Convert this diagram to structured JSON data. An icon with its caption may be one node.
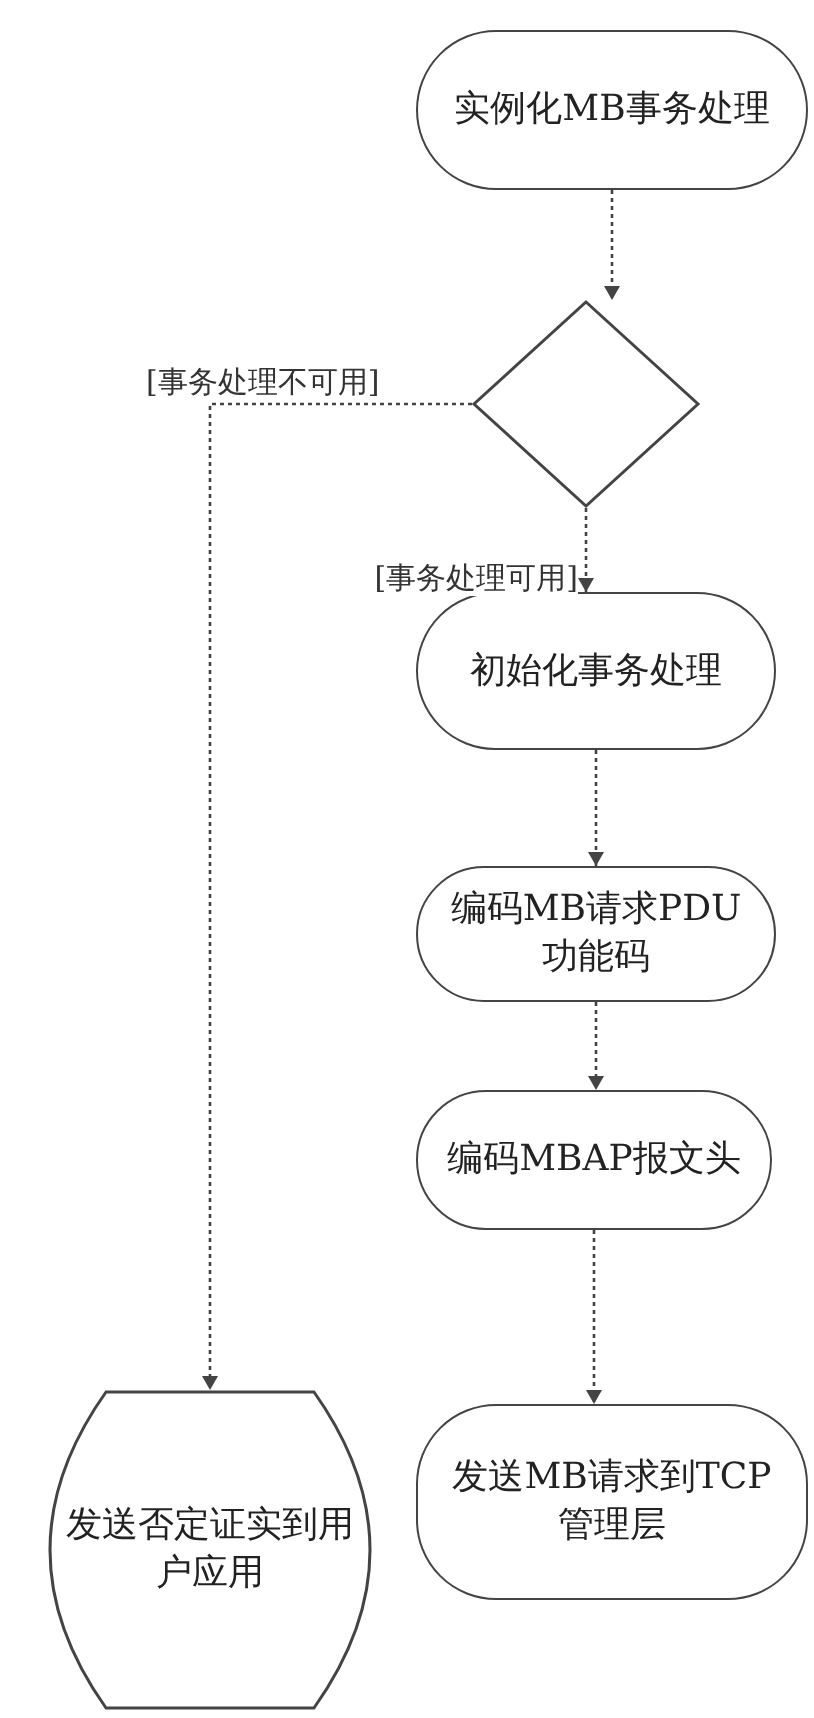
{
  "diagram": {
    "nodes": [
      {
        "text": [
          "实例化MB事务处理"
        ]
      },
      {
        "text": [],
        "shape": "diamond"
      },
      {
        "text": [
          "初始化事务处理"
        ]
      },
      {
        "text": [
          "编码MB请求PDU功能码"
        ]
      },
      {
        "text": [
          "编码MBAP报文头"
        ]
      },
      {
        "text": [
          "发送MB请求到TCP管理层"
        ]
      },
      {
        "text": [
          "发送否定证实到用户应用"
        ]
      }
    ],
    "edges": [
      {
        "from": 0,
        "to": 1,
        "arrow": "to",
        "style": "dashed"
      },
      {
        "from": 1,
        "to": 6,
        "arrow": "to",
        "style": "dashed",
        "label": "[事务处理不可用]"
      },
      {
        "from": 1,
        "to": 2,
        "arrow": "to",
        "style": "dashed",
        "label": "[事务处理可用]"
      },
      {
        "from": 2,
        "to": 3,
        "arrow": "to",
        "style": "dashed"
      },
      {
        "from": 3,
        "to": 4,
        "arrow": "to",
        "style": "dashed"
      },
      {
        "from": 4,
        "to": 5,
        "arrow": "to",
        "style": "dashed"
      }
    ]
  }
}
